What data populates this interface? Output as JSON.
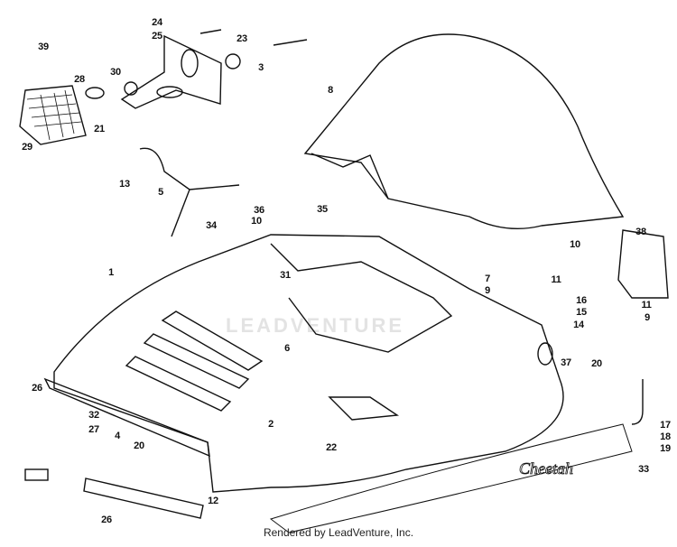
{
  "callouts": [
    "39",
    "24",
    "25",
    "23",
    "3",
    "28",
    "30",
    "21",
    "29",
    "8",
    "13",
    "5",
    "36",
    "35",
    "34",
    "10",
    "38",
    "10",
    "1",
    "31",
    "7",
    "9",
    "11",
    "11",
    "16",
    "15",
    "9",
    "14",
    "6",
    "37",
    "20",
    "26",
    "32",
    "27",
    "2",
    "4",
    "20",
    "22",
    "17",
    "18",
    "19",
    "33",
    "12",
    "26"
  ],
  "decal_text": "Cheetah",
  "watermark": "LEADVENTURE",
  "footer": "Rendered by LeadVenture, Inc."
}
